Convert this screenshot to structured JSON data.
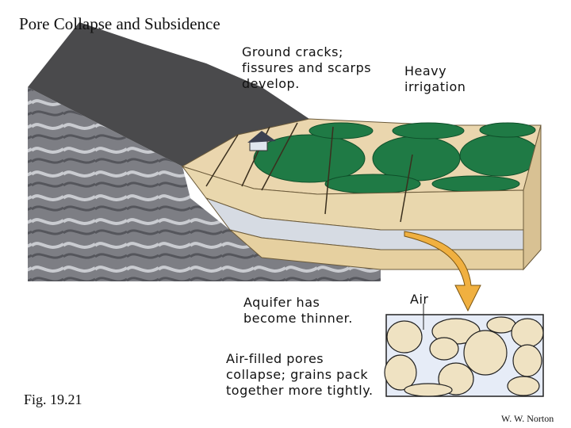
{
  "title": "Pore Collapse and Subsidence",
  "labels": {
    "cracks": "Ground cracks;\nfissures and scarps\ndevelop.",
    "irrigation": "Heavy\nirrigation",
    "aquifer": "Aquifer has\nbecome thinner.",
    "air": "Air",
    "pores": "Air-filled pores\ncollapse; grains pack\ntogether more tightly."
  },
  "figure_number": "Fig. 19.21",
  "credit": "W. W. Norton",
  "colors": {
    "rock": "#8a8a8e",
    "surface": "#3a3a3a",
    "tan": "#e8d3a8",
    "field": "#1f7a45",
    "aquifer": "#d6dbe3",
    "arrow": "#f0b040",
    "pore": "#e6ecf7"
  }
}
